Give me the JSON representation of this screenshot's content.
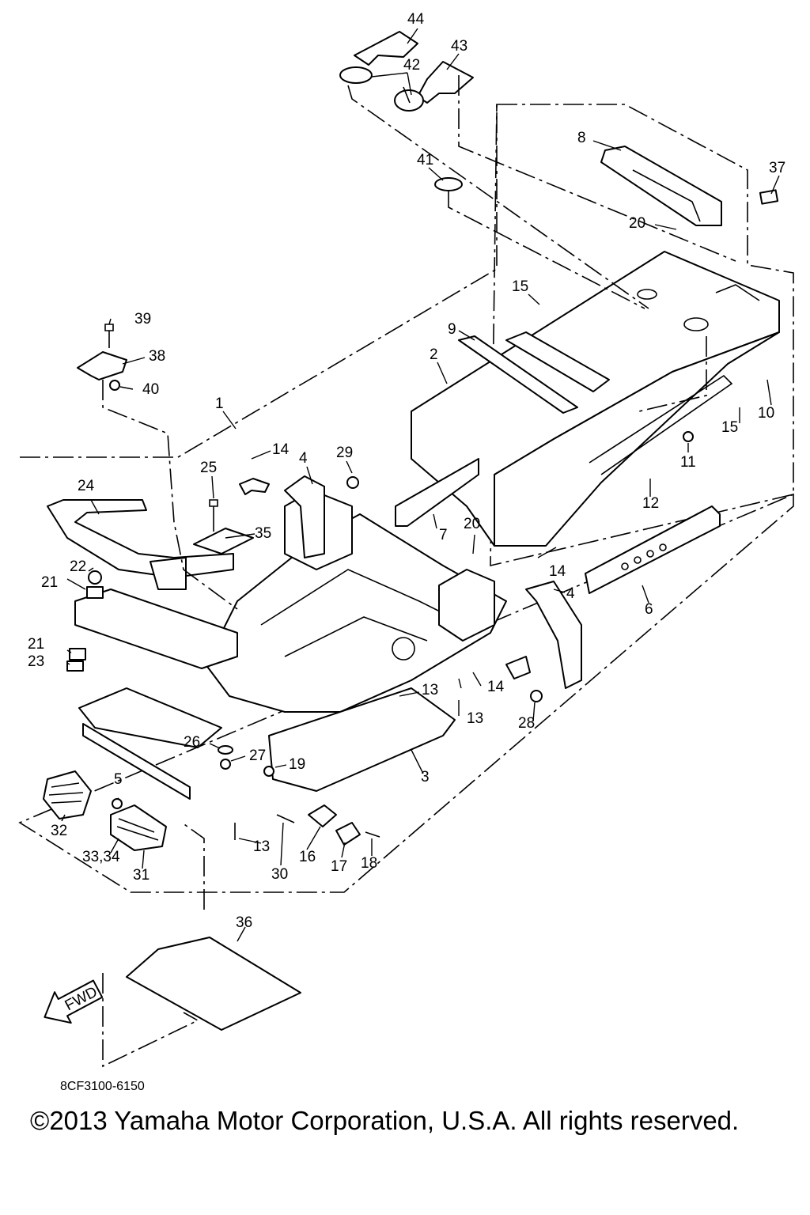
{
  "diagram": {
    "callouts": [
      "44",
      "43",
      "42",
      "41",
      "8",
      "37",
      "20",
      "39",
      "38",
      "40",
      "15",
      "9",
      "2",
      "10",
      "1",
      "14",
      "29",
      "4",
      "25",
      "24",
      "35",
      "7",
      "20",
      "11",
      "12",
      "22",
      "21",
      "21",
      "23",
      "14",
      "6",
      "4",
      "13",
      "14",
      "13",
      "28",
      "26",
      "27",
      "19",
      "5",
      "3",
      "32",
      "33,34",
      "31",
      "13",
      "30",
      "16",
      "17",
      "18",
      "36",
      "15"
    ],
    "fwd_label": "FWD",
    "drawing_code": "8CF3100-6150"
  },
  "footer": {
    "copyright": "©2013 Yamaha Motor Corporation, U.S.A. All rights reserved."
  }
}
